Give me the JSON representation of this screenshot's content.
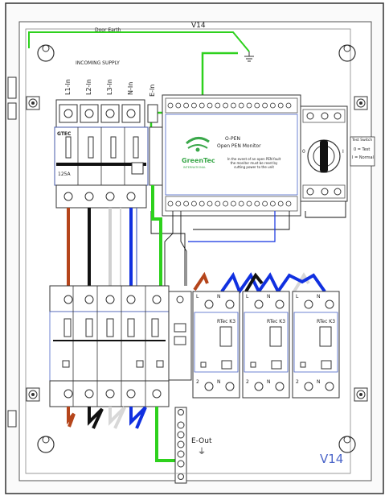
{
  "enclosure": {
    "code_top": "V14",
    "code_bottom": "V14",
    "door_earth": "Door Earth"
  },
  "incoming": {
    "title": "INCOMING SUPPLY",
    "terminals": [
      "L1-In",
      "L2-In",
      "L3-In",
      "N-In"
    ],
    "earth_in": "E-In"
  },
  "main_breaker": {
    "brand": "GTEC",
    "rating": "125A"
  },
  "monitor": {
    "title": "O-PEN",
    "subtitle": "Open PEN Monitor",
    "brand_name": "GreenTec",
    "brand_tag": "INTERNATIONAL",
    "note": "In the event of an open PEN fault the monitor must be reset by cutting power to the unit"
  },
  "test_switch": {
    "title": "Test Switch",
    "line1": "0 = Test",
    "line2": "I = Normal",
    "pos_left": "0",
    "pos_right": "I"
  },
  "rcbos": [
    {
      "label": "RTec K3",
      "top_left": "L",
      "top_right": "N",
      "bottom_left": "2",
      "bottom_right": "N"
    },
    {
      "label": "RTec K3",
      "top_left": "L",
      "top_right": "N",
      "bottom_left": "2",
      "bottom_right": "N"
    },
    {
      "label": "RTec K3",
      "top_left": "L",
      "top_right": "N",
      "bottom_left": "2",
      "bottom_right": "N"
    }
  ],
  "earth_out": {
    "label": "E-Out",
    "symbol": "⏚"
  },
  "colors": {
    "live_brown": "#b5451b",
    "live_black": "#111111",
    "live_grey": "#d8d8d8",
    "neutral_blue": "#1030e0",
    "earth_green": "#2ed11d",
    "brand_green": "#3aa84a",
    "dim_blue": "#4a64c8"
  }
}
